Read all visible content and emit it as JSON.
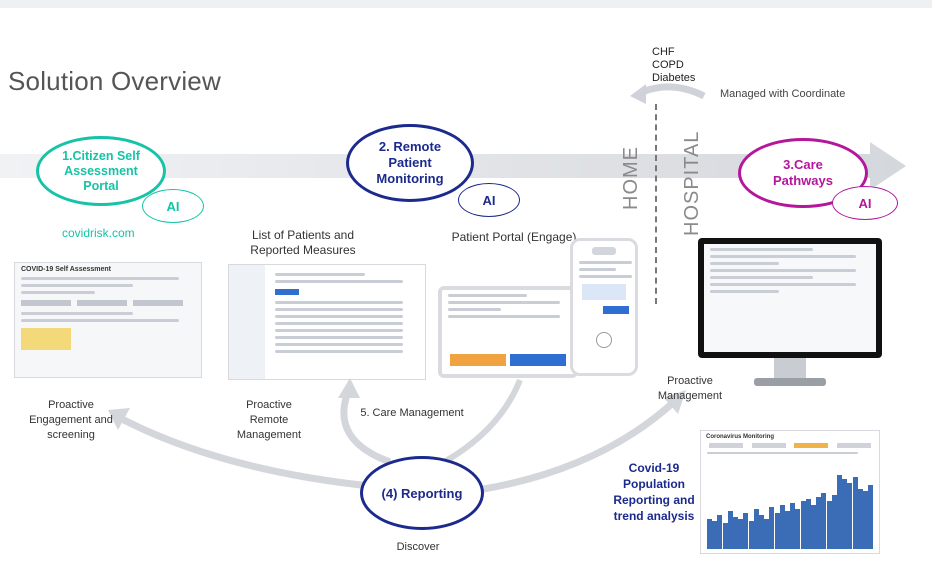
{
  "title": "Solution Overview",
  "conditions": [
    "CHF",
    "COPD",
    "Diabetes"
  ],
  "managed_note": "Managed with Coordinate",
  "location_labels": {
    "home": "HOME",
    "hospital": "HOSPITAL"
  },
  "nodes": {
    "citizen": {
      "label": "1.Citizen Self Assessment Portal",
      "ai": "AI",
      "sublabel": "covidrisk.com"
    },
    "remote": {
      "label": "2. Remote Patient Monitoring",
      "ai": "AI"
    },
    "care": {
      "label": "3.Care Pathways",
      "ai": "AI"
    },
    "reporting": {
      "label": "(4) Reporting"
    }
  },
  "captions": {
    "patients_list": "List of Patients and Reported Measures",
    "patient_portal": "Patient Portal (Engage)",
    "covid_report": "Covid-19 Population Reporting and trend analysis"
  },
  "cycle_labels": {
    "proactive_engagement": "Proactive Engagement and screening",
    "proactive_remote": "Proactive Remote Management",
    "care_management": "5. Care Management",
    "proactive_management": "Proactive Management",
    "discover": "Discover"
  },
  "screenshots": {
    "assessment_title": "COVID-19 Self Assessment",
    "monitoring_title": "Coronavirus Monitoring"
  },
  "colors": {
    "teal": "#16c3a6",
    "navy": "#1b2a8c",
    "magenta": "#b4179c",
    "arrow": "#d3d6db"
  }
}
